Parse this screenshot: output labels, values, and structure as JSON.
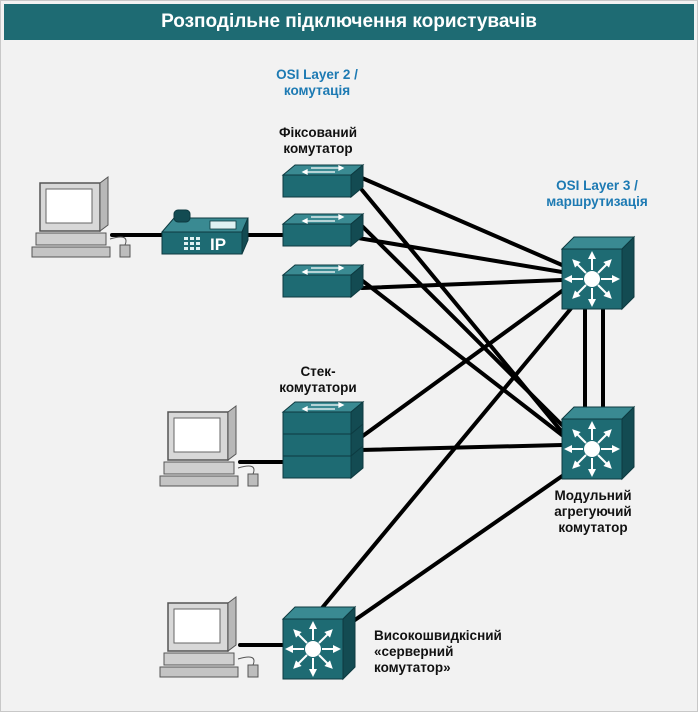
{
  "header": {
    "title": "Розподільне підключення користувачів"
  },
  "labels": {
    "layer2": [
      "OSI Layer 2 /",
      "комутація"
    ],
    "fixed_switch": [
      "Фіксований",
      "комутатор"
    ],
    "layer3": [
      "OSI Layer 3 /",
      "маршрутизація"
    ],
    "stack_switches": [
      "Стек-",
      "комутатори"
    ],
    "modular_switch": [
      "Модульний",
      "агрегуючий",
      "комутатор"
    ],
    "server_switch": [
      "Високошвидкісний",
      "«серверний",
      "комутатор»"
    ],
    "ip_phone": "IP"
  },
  "colors": {
    "teal": "#1e6b73",
    "teal_dark": "#134b52",
    "teal_light": "#3a8a92",
    "label_blue": "#1d7ab3",
    "link": "#000000",
    "background": "#f2f2f2"
  },
  "icons": [
    "computer-icon",
    "ip-phone-icon",
    "switch-icon",
    "router-switch-icon"
  ]
}
